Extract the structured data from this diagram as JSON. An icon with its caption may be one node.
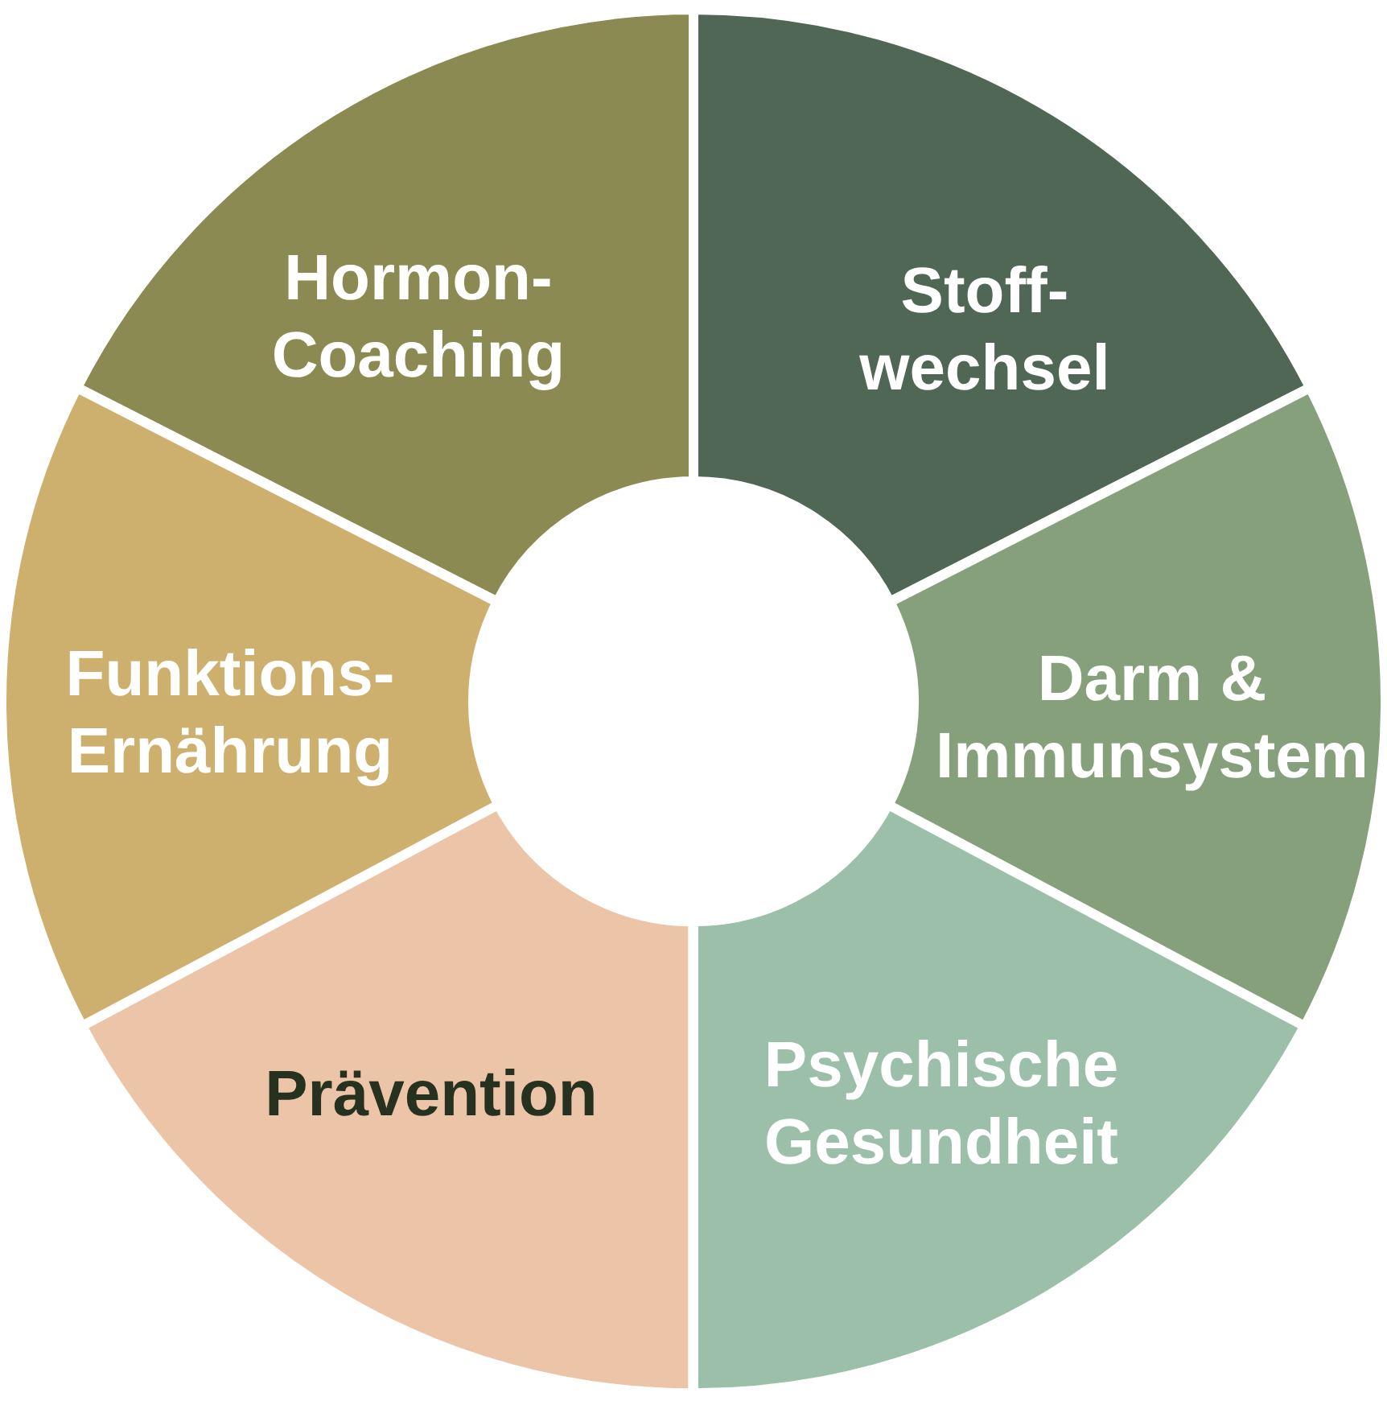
{
  "diagram": {
    "nodes": [
      {
        "text": [
          "Hormon- Coaching"
        ]
      },
      {
        "text": [
          "Stoff- wechsel"
        ]
      },
      {
        "text": [
          "Funktions- Ernährung"
        ]
      },
      {
        "text": [
          "Darm & Immunsystem"
        ]
      },
      {
        "text": [
          "Prävention"
        ]
      },
      {
        "text": [
          "Psychische Gesundheit"
        ]
      }
    ]
  }
}
